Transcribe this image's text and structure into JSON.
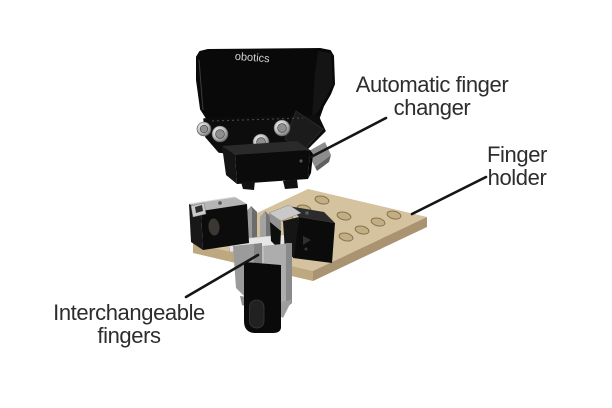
{
  "figure": {
    "background_color": "#ffffff",
    "description_type": "annotated-3d-diagram"
  },
  "annotations": {
    "automatic_finger_changer": {
      "line1": "Automatic finger",
      "line2": "changer"
    },
    "finger_holder": {
      "line1": "Finger",
      "line2": "holder"
    },
    "interchangeable_fingers": {
      "line1": "Interchangeable",
      "line2": "fingers"
    }
  },
  "gripper": {
    "logo_partial_text": "obotics"
  },
  "palette": {
    "plate_top": "#d5c29e",
    "plate_edge_se": "#a99371",
    "plate_edge_sw": "#bda87f",
    "hole_fill": "#c3ad83",
    "hole_stroke": "#85744f",
    "black_part": "#0a0a0a",
    "metal_light": "#c9c9c9",
    "metal_mid": "#9a9a9a",
    "leader_line": "#151515",
    "label_text": "#2d2d2d"
  }
}
